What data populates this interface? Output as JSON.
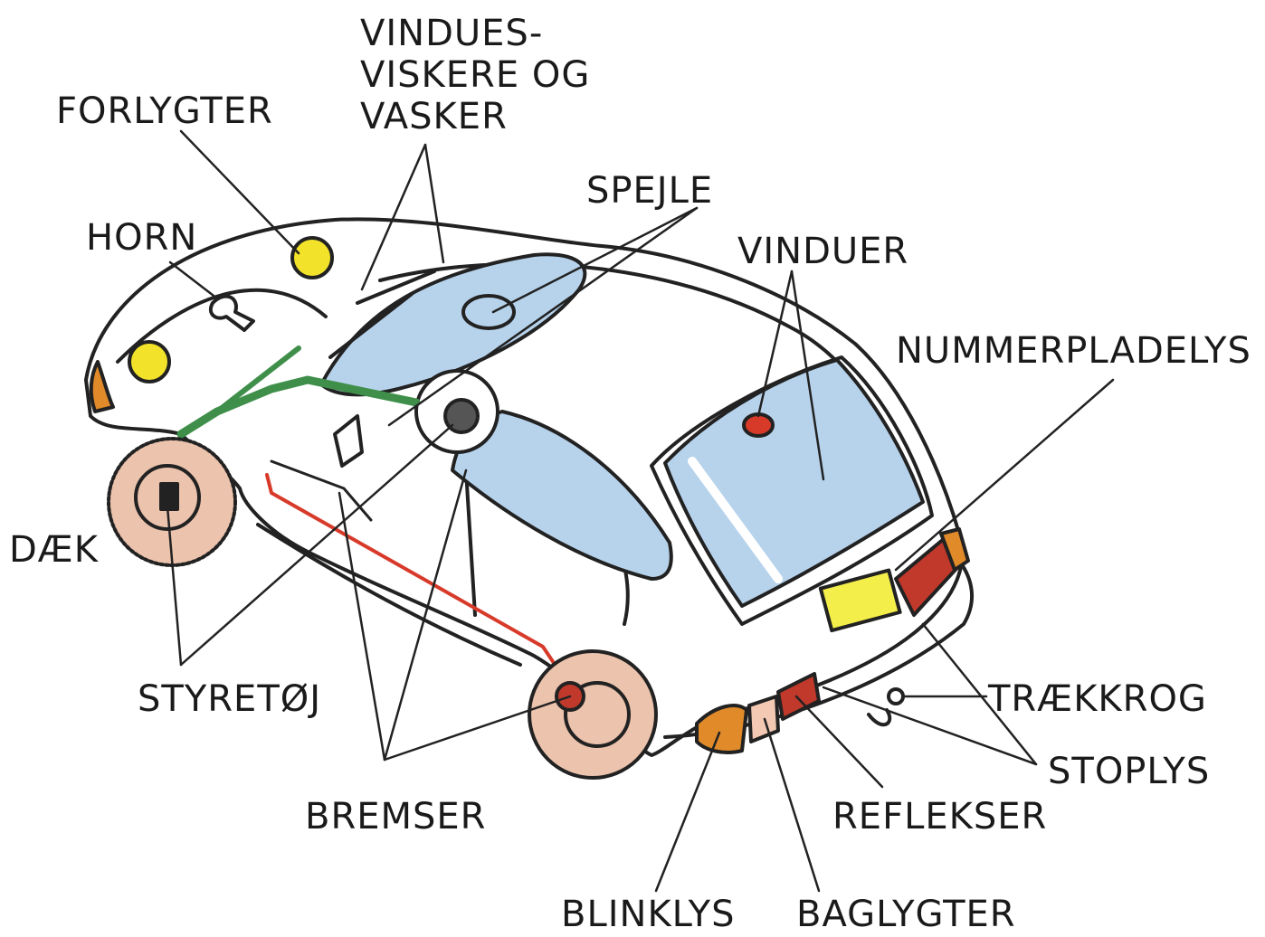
{
  "labels": {
    "vinduesviskere_line1": "VINDUES-",
    "vinduesviskere_line2": "VISKERE OG",
    "vinduesviskere_line3": "VASKER",
    "forlygter": "FORLYGTER",
    "horn": "HORN",
    "spejle": "SPEJLE",
    "vinduer": "VINDUER",
    "nummerpladelys": "NUMMERPLADELYS",
    "daek": "DÆK",
    "styretoej": "STYRETØJ",
    "bremser": "BREMSER",
    "traekkrog": "TRÆKKROG",
    "stoplys": "STOPLYS",
    "reflekser": "REFLEKSER",
    "blinklys": "BLINKLYS",
    "baglygter": "BAGLYGTER"
  },
  "colors": {
    "outline": "#222222",
    "glass": "#b7d3ec",
    "headlight": "#f2e32a",
    "steering_linkage": "#3f8f4a",
    "brake_line": "#d83a2a",
    "tire": "#ecc3ad",
    "indicator": "#e08a2a",
    "brake_light": "#c0392b",
    "number_plate_light": "#f4ee4a"
  }
}
